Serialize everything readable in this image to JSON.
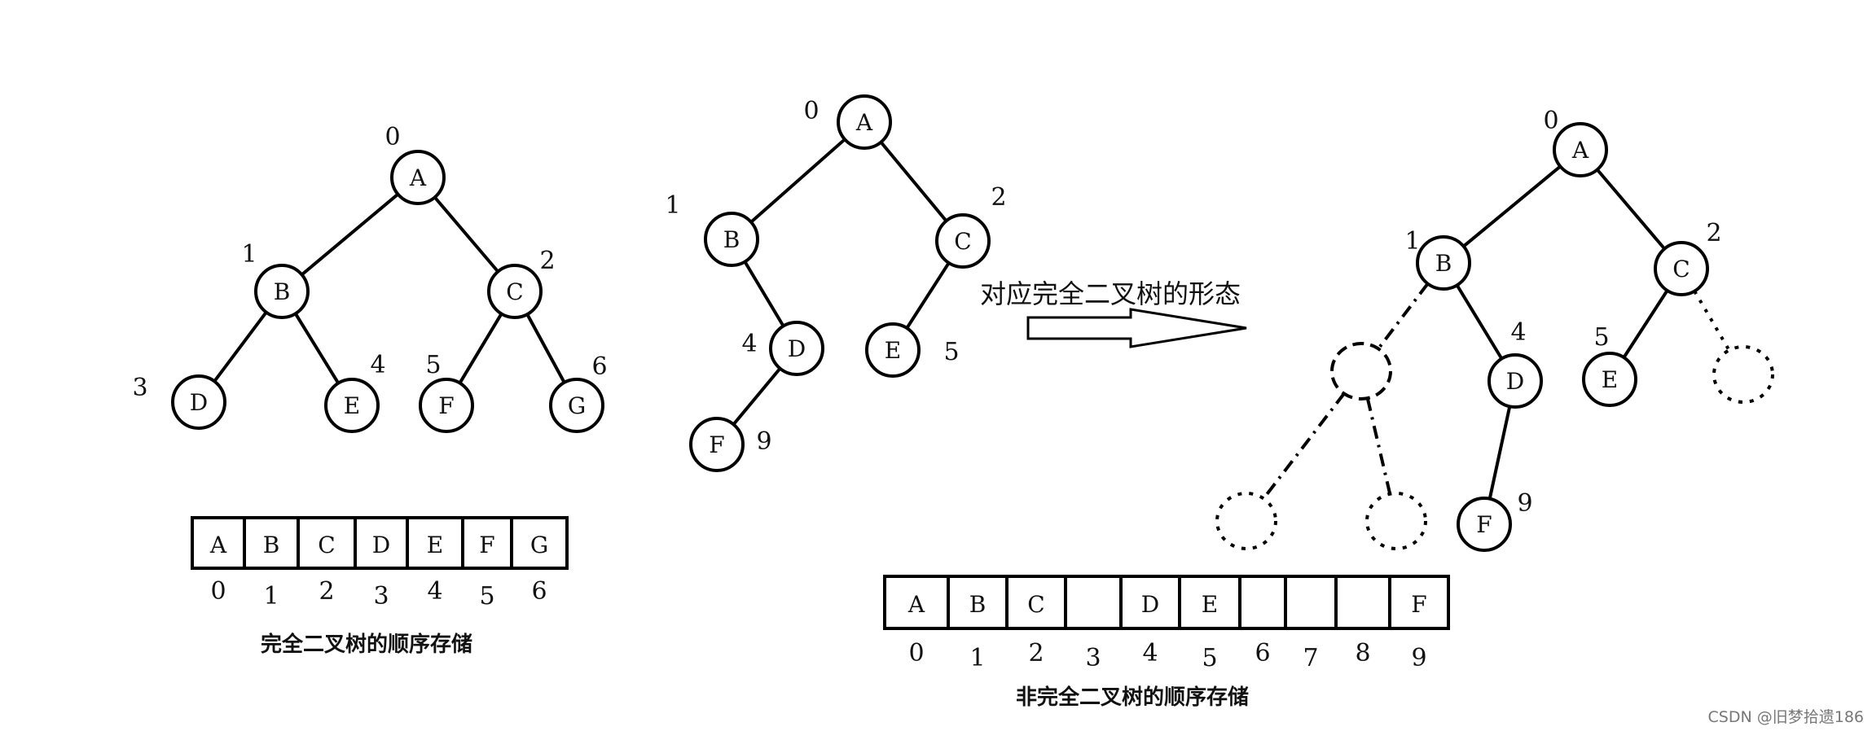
{
  "tree1": {
    "nodes": [
      {
        "id": "A",
        "label": "A",
        "index": "0"
      },
      {
        "id": "B",
        "label": "B",
        "index": "1"
      },
      {
        "id": "C",
        "label": "C",
        "index": "2"
      },
      {
        "id": "D",
        "label": "D",
        "index": "3"
      },
      {
        "id": "E",
        "label": "E",
        "index": "4"
      },
      {
        "id": "F",
        "label": "F",
        "index": "5"
      },
      {
        "id": "G",
        "label": "G",
        "index": "6"
      }
    ],
    "edges": [
      [
        "A",
        "B"
      ],
      [
        "A",
        "C"
      ],
      [
        "B",
        "D"
      ],
      [
        "B",
        "E"
      ],
      [
        "C",
        "F"
      ],
      [
        "C",
        "G"
      ]
    ]
  },
  "array1": {
    "cells": [
      "A",
      "B",
      "C",
      "D",
      "E",
      "F",
      "G"
    ],
    "indices": [
      "0",
      "1",
      "2",
      "3",
      "4",
      "5",
      "6"
    ],
    "caption": "完全二叉树的顺序存储"
  },
  "tree2": {
    "nodes": [
      {
        "id": "A",
        "label": "A",
        "index": "0"
      },
      {
        "id": "B",
        "label": "B",
        "index": "1"
      },
      {
        "id": "C",
        "label": "C",
        "index": "2"
      },
      {
        "id": "D",
        "label": "D",
        "index": "4"
      },
      {
        "id": "E",
        "label": "E",
        "index": "5"
      },
      {
        "id": "F",
        "label": "F",
        "index": "9"
      }
    ],
    "edges": [
      [
        "A",
        "B"
      ],
      [
        "A",
        "C"
      ],
      [
        "B",
        "D"
      ],
      [
        "C",
        "E"
      ],
      [
        "D",
        "F"
      ]
    ]
  },
  "arrow": {
    "label": "对应完全二叉树的形态"
  },
  "tree3": {
    "nodes": [
      {
        "id": "A",
        "label": "A",
        "index": "0"
      },
      {
        "id": "B",
        "label": "B",
        "index": "1"
      },
      {
        "id": "C",
        "label": "C",
        "index": "2"
      },
      {
        "id": "D",
        "label": "D",
        "index": "4"
      },
      {
        "id": "E",
        "label": "E",
        "index": "5"
      },
      {
        "id": "F",
        "label": "F",
        "index": "9"
      }
    ],
    "ghosts": [
      "g3",
      "g6",
      "g7",
      "g8"
    ],
    "edges": [
      [
        "A",
        "B"
      ],
      [
        "A",
        "C"
      ],
      [
        "B",
        "D"
      ],
      [
        "C",
        "E"
      ],
      [
        "D",
        "F"
      ]
    ],
    "ghost_edges": [
      [
        "B",
        "g3"
      ],
      [
        "C",
        "g6"
      ],
      [
        "g3",
        "g7"
      ],
      [
        "g3",
        "g8"
      ]
    ]
  },
  "array2": {
    "cells": [
      "A",
      "B",
      "C",
      "",
      "D",
      "E",
      "",
      "",
      "",
      "F"
    ],
    "indices": [
      "0",
      "1",
      "2",
      "3",
      "4",
      "5",
      "6",
      "7",
      "8",
      "9"
    ],
    "caption": "非完全二叉树的顺序存储"
  },
  "watermark": "CSDN @旧梦拾遗186"
}
